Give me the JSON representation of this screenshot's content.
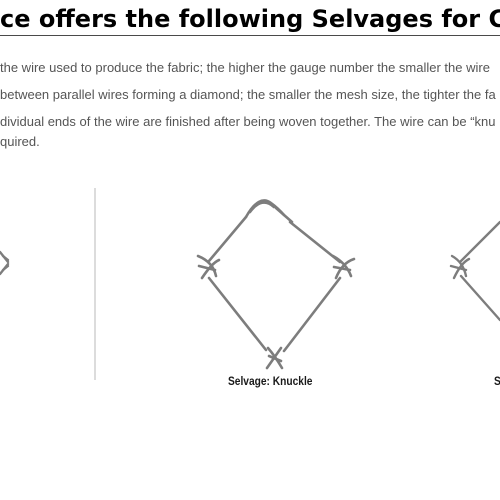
{
  "heading": "ce offers the following Selvages for Chain Link Fe",
  "paragraphs": [
    "the wire used to produce the fabric; the higher the gauge number the smaller the wire",
    "between parallel wires forming a diamond; the smaller the mesh size, the tighter the fa",
    "dividual ends of the wire are finished after being woven together. The wire can be “knu",
    "quired."
  ],
  "figure": {
    "caption_knuckle": "Selvage: Knuckle",
    "caption_right_partial": "S",
    "wire_color": "#7d7d7d",
    "divider_color": "#dcdcdc"
  }
}
